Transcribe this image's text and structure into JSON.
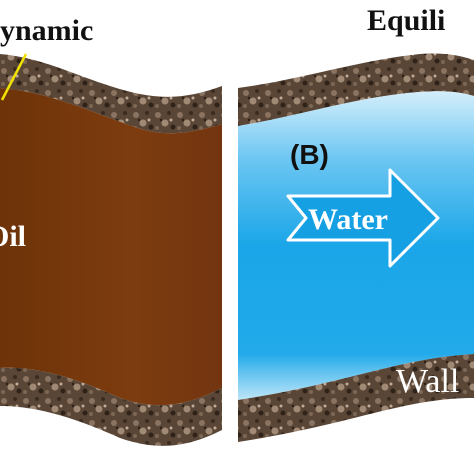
{
  "left_panel": {
    "title_fragment": "ynamic",
    "fluid_label": "Oil"
  },
  "right_panel": {
    "title_fragment": "Equili",
    "panel_letter": "(B)",
    "flow_label": "Water",
    "wall_label": "Wall"
  },
  "colors": {
    "oil": "#7a3a10",
    "water_top": "#cdeafa",
    "water_main": "#1aa6e8",
    "rock": "#5a4636",
    "pointer_line": "#f2e200"
  }
}
